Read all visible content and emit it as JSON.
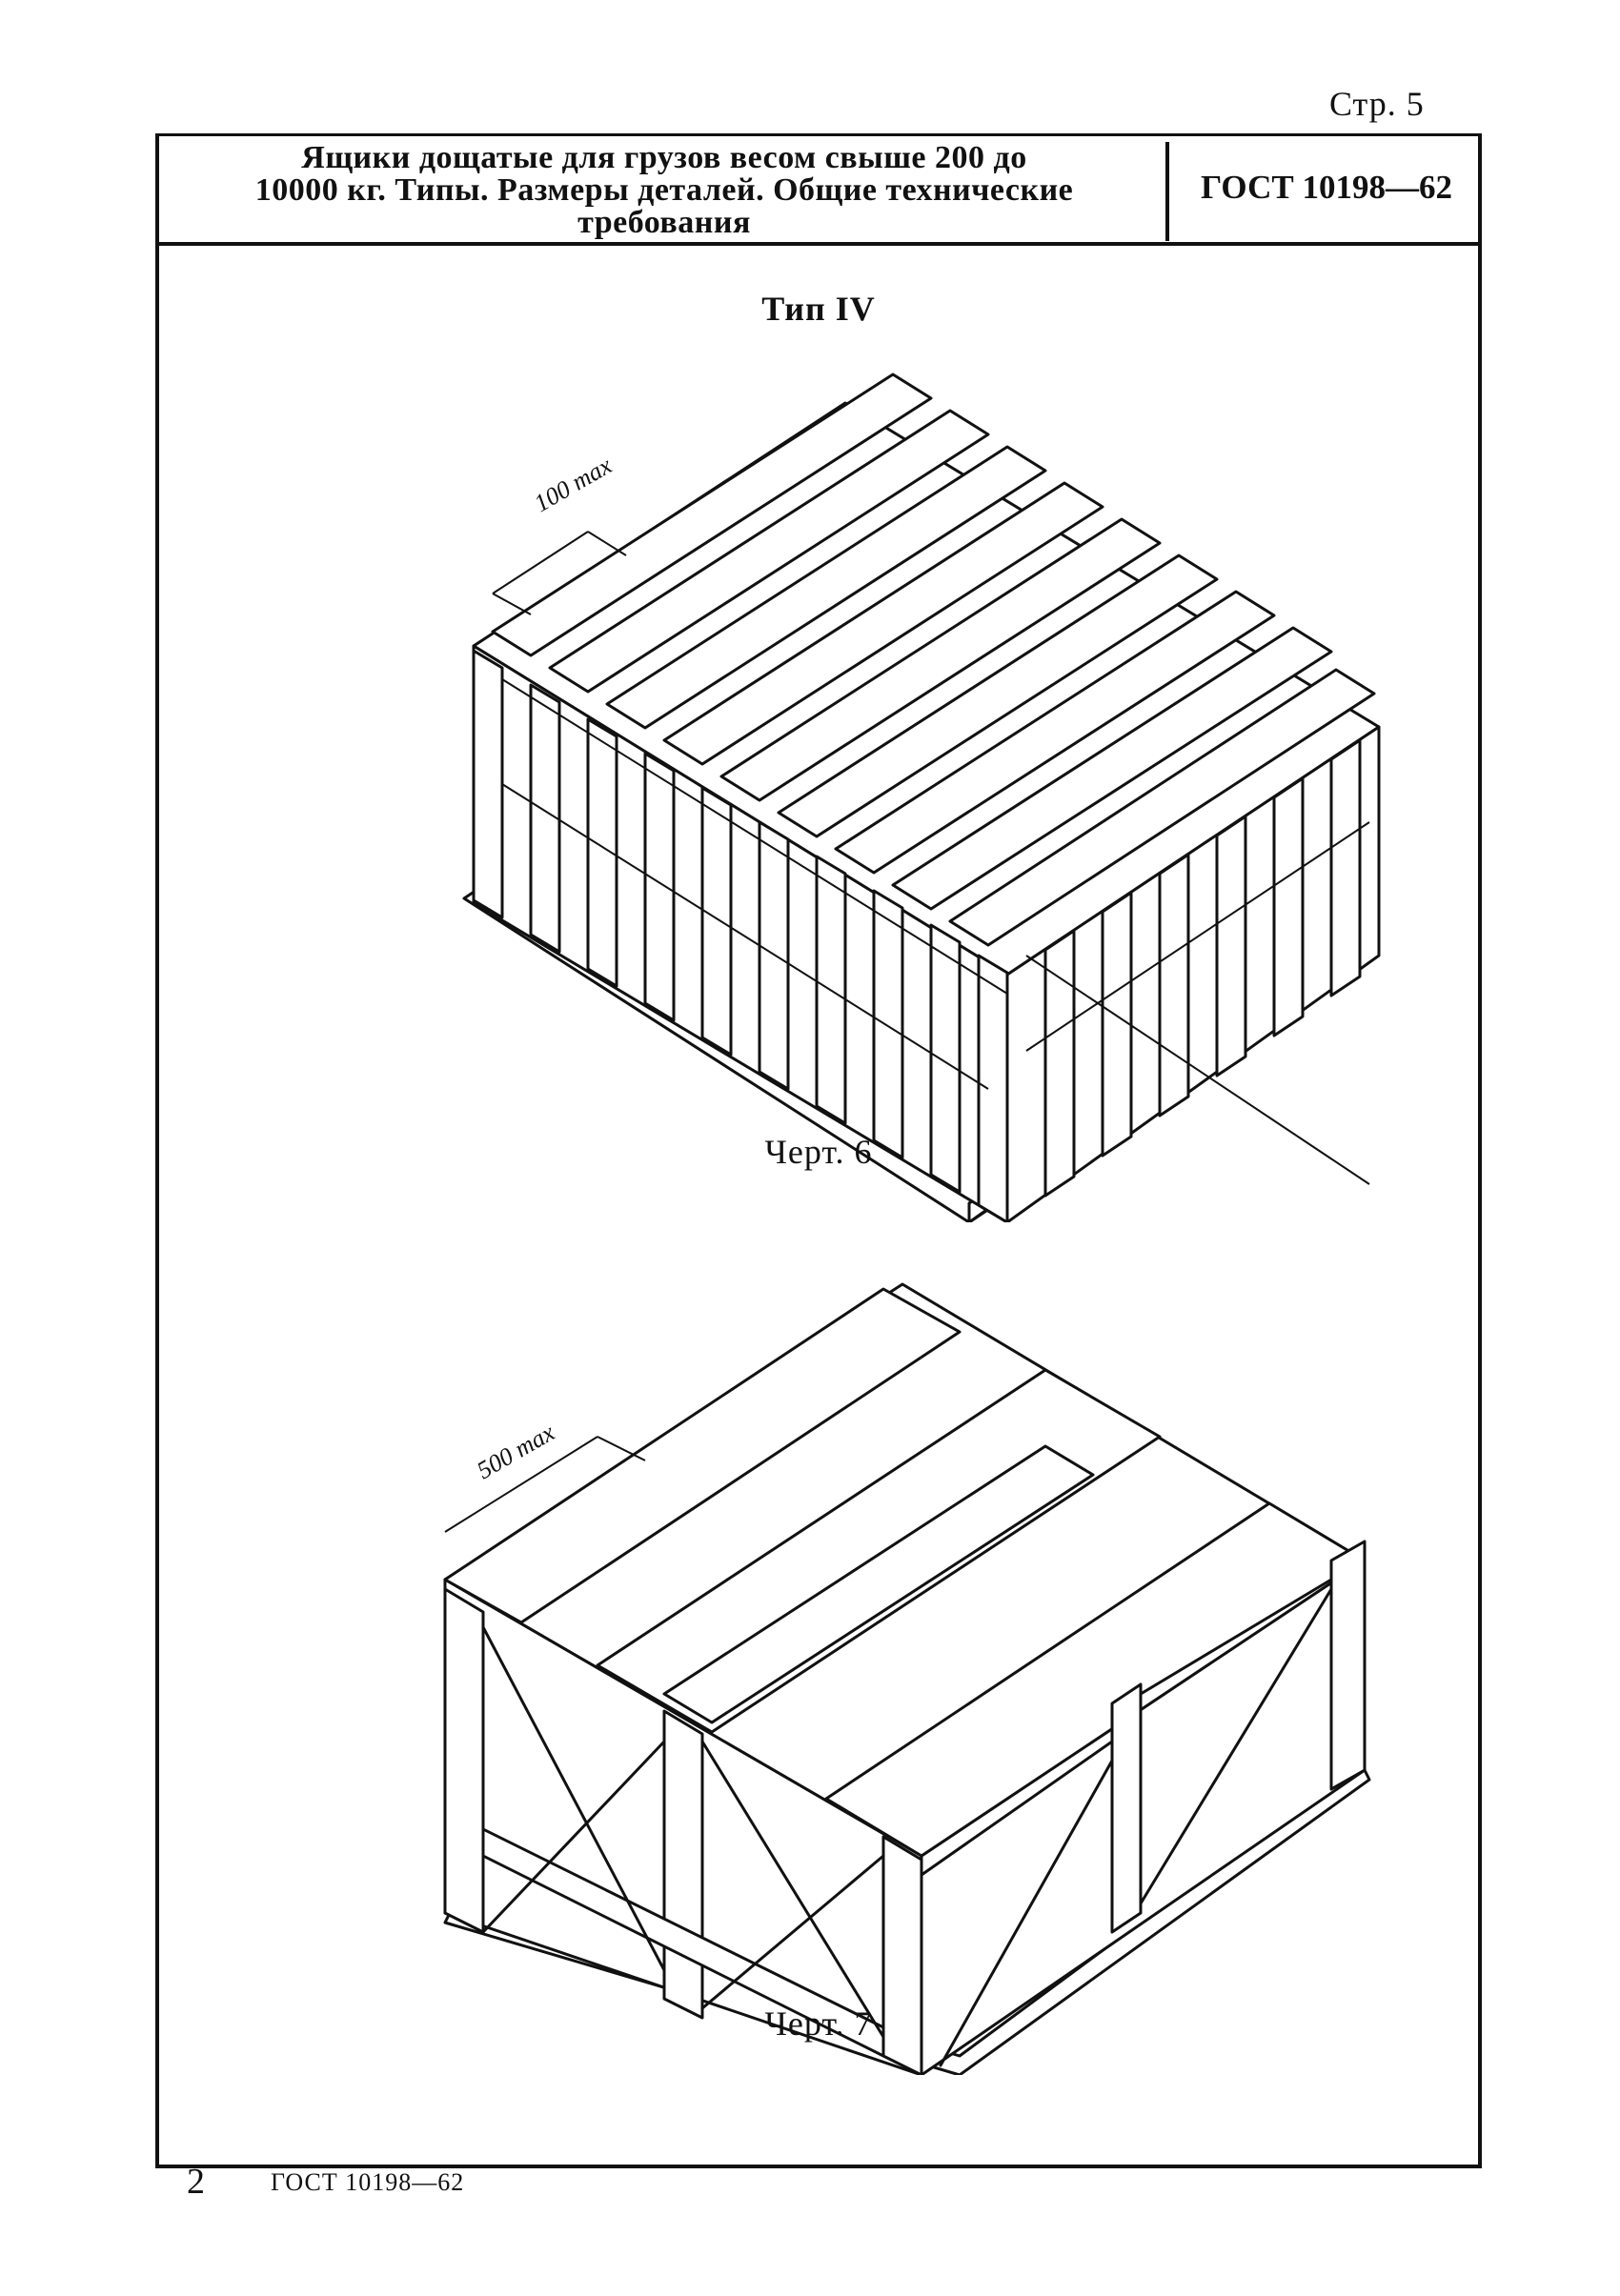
{
  "page_number": "Стр. 5",
  "header": {
    "title_lines": [
      "Ящики дощатые для грузов весом свыше 200 до",
      "10000 кг. Типы. Размеры деталей. Общие технические",
      "требования"
    ],
    "standard_code": "ГОСТ 10198—62"
  },
  "type_heading": "Тип IV",
  "drawings": [
    {
      "dimension_label": "100 max",
      "caption": "Черт. 6"
    },
    {
      "dimension_label": "500 max",
      "caption": "Черт. 7"
    }
  ],
  "footer": {
    "page": "2",
    "code": "ГОСТ 10198—62"
  }
}
